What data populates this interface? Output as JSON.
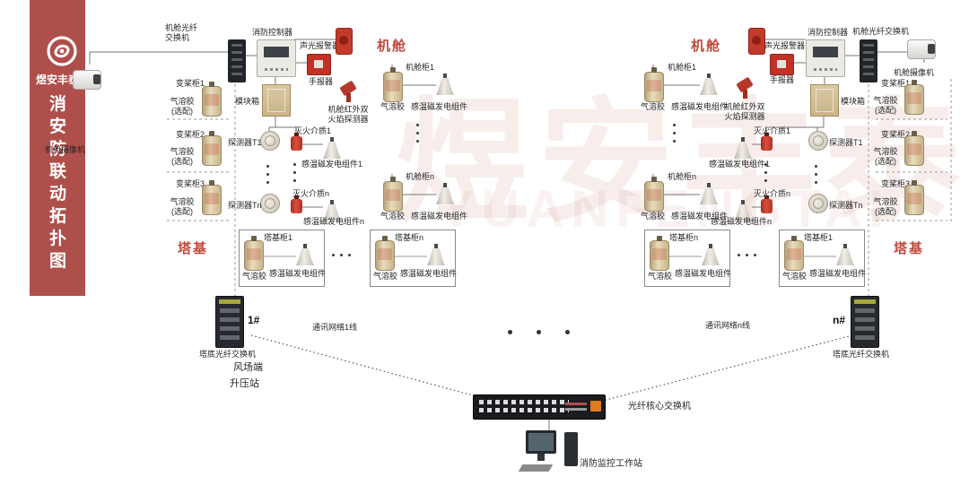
{
  "sidebar": {
    "brand": "煜安丰泰",
    "title": "消安防联动拓扑图"
  },
  "sections": {
    "nacelle": "机舱",
    "tower_base": "塔基"
  },
  "labels": {
    "nacelle_switch": "机舱光纤交换机",
    "camera": "机舱摄像机",
    "controller": "消防控制器",
    "alarm": "声光报警器",
    "manual_call": "手报器",
    "flame_detector": "机舱红外双\n火焰探测器",
    "module_box": "模块箱",
    "pitch_cab_1": "变桨柜1",
    "pitch_cab_2": "变桨柜2",
    "pitch_cab_3": "变桨柜3",
    "aerosol": "气溶胶",
    "aerosol_optional": "气溶胶\n(选配)",
    "detector_t1": "探测器T1",
    "detector_tn": "探测器Tn",
    "agent_1": "灭火介质1",
    "agent_n": "灭火介质n",
    "thermo_unit": "感温磁发电组件",
    "thermo_unit_1": "感温磁发电组件1",
    "thermo_unit_n": "感温磁发电组件n",
    "nacelle_cab_1": "机舱柜1",
    "nacelle_cab_n": "机舱柜n",
    "tower_cab_1": "塔基柜1",
    "tower_cab_n": "塔基柜n"
  },
  "network": {
    "id_1": "1#",
    "id_n": "n#",
    "tower_switch": "塔底光纤交换机",
    "line_1": "通讯网络1线",
    "line_n": "通讯网络n线",
    "core_switch": "光纤核心交换机",
    "workstation": "消防监控工作站",
    "wind_farm_side": "风场端",
    "booster_station": "升压站"
  },
  "watermark": {
    "cn": "煜安丰泰",
    "en": "YUANFENGTAI"
  },
  "colors": {
    "sidebar_red": "#ae4f4b",
    "section_red": "#bf4a3f",
    "device_red": "#c23a2c",
    "cabinet_tan": "#d6c5a0"
  }
}
